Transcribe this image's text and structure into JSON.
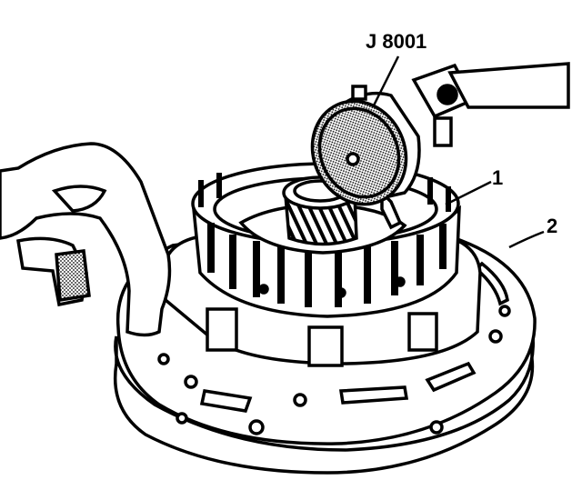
{
  "callouts": {
    "tool": "J 8001",
    "item_1": "1",
    "item_2": "2"
  },
  "colors": {
    "ink": "#000000",
    "paper": "#ffffff",
    "stipple": "#b8b8b8"
  }
}
